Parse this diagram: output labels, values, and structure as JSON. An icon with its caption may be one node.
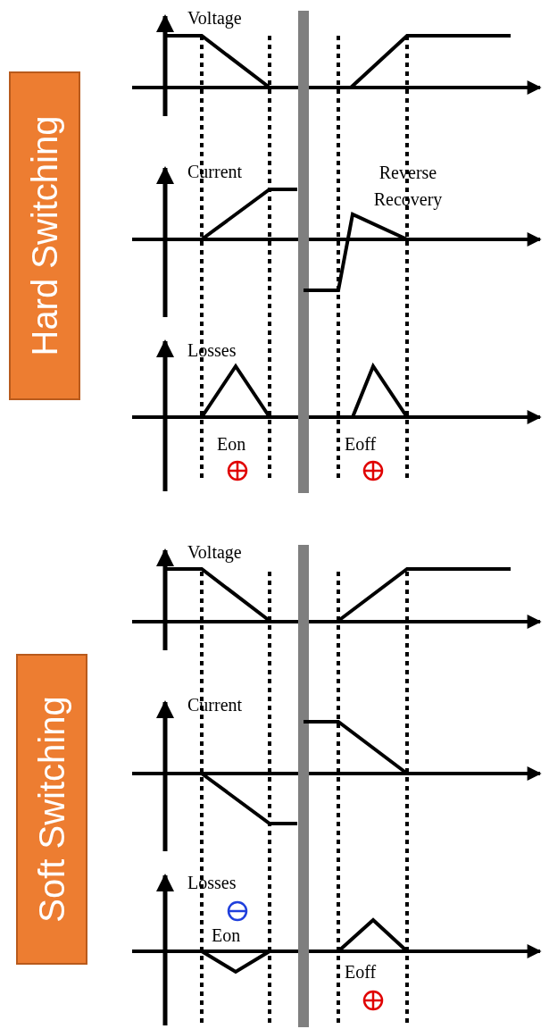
{
  "diagram": {
    "nodes": [
      {
        "text": [
          "Hard Switching"
        ]
      },
      {
        "text": [
          "Soft Switching"
        ]
      }
    ],
    "labels": [
      "Voltage",
      "Current",
      "Reverse Recovery",
      "Losses",
      "Eon",
      "Eoff",
      "Voltage",
      "Current",
      "Losses",
      "Eon",
      "Eoff"
    ]
  }
}
